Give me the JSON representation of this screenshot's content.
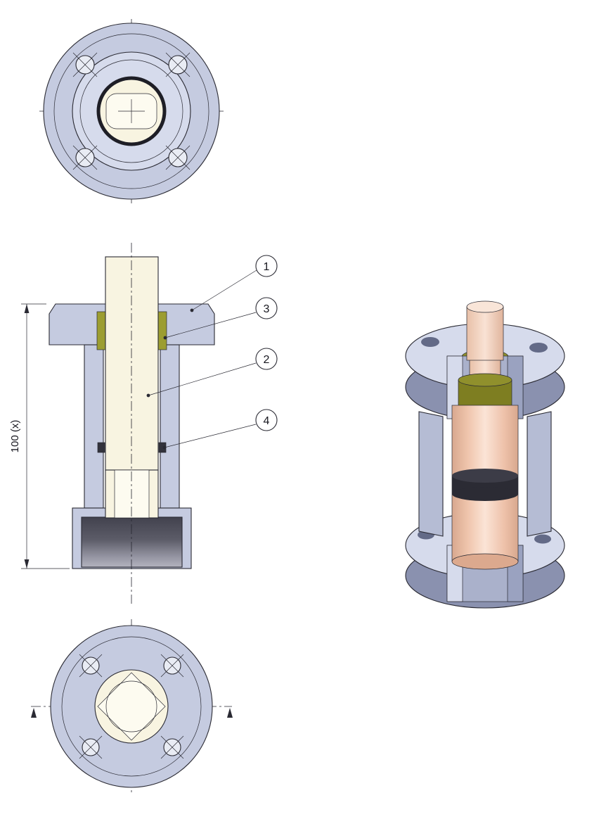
{
  "drawing": {
    "background": "#ffffff",
    "callouts": [
      {
        "label": "1"
      },
      {
        "label": "3"
      },
      {
        "label": "2"
      },
      {
        "label": "4"
      }
    ],
    "dimension_label": "100 (x)",
    "colors": {
      "flange": "#c5cbe0",
      "flange_light": "#d6dbec",
      "flange_dark": "#8a91af",
      "flange_side": "#b5bcd4",
      "cut_shadow": "#9aa2c0",
      "bore_shadow": "#aab1cb",
      "shaft_cream": "#f8f4e1",
      "shaft_cream_light": "#fdfbf0",
      "seal_olive": "#9c9d31",
      "seal_dark": "#32323c",
      "bolt_fill": "#e9ecf4",
      "hole_dark": "#636a87",
      "iso_olive": "#7e7e21",
      "iso_olive_top": "#90902c",
      "iso_shaft_dark": "#dca98e",
      "iso_shaft_light": "#f9e5d8",
      "ring_dark": "#2b2b34",
      "ring_dark_top": "#3c3c47",
      "line": "#2a2a33",
      "balloon_fill": "#ffffff"
    }
  }
}
